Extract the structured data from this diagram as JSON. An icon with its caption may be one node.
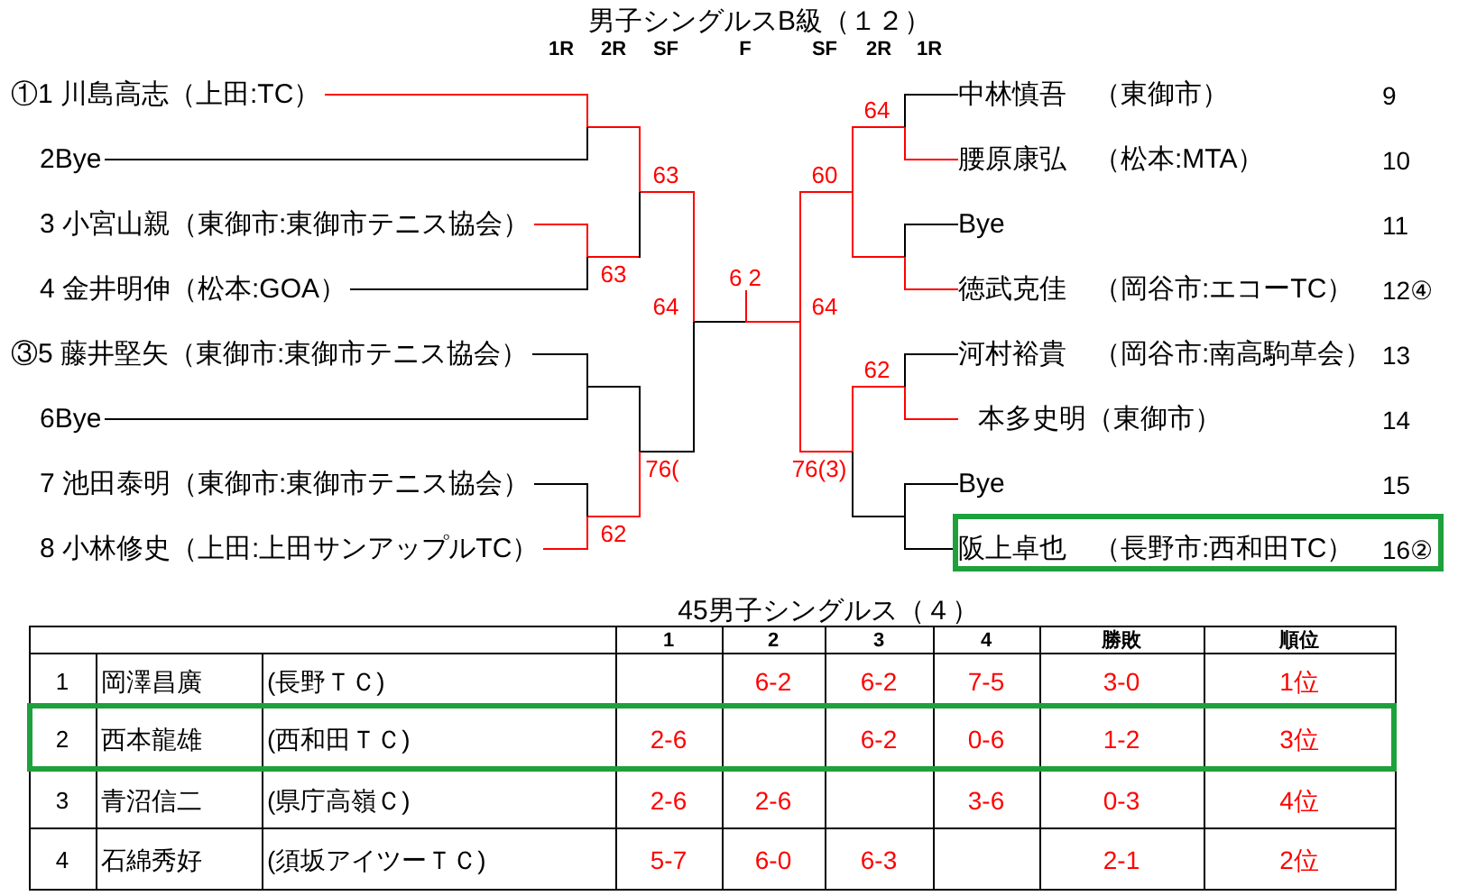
{
  "diagram": {
    "title": "男子シングルスB級（１２）",
    "nodes": [
      {
        "text": [
          "①1 川島高志（上田:TC）"
        ]
      },
      {
        "text": [
          "2Bye"
        ]
      },
      {
        "text": [
          "3 小宮山親（東御市:東御市テニス協会）"
        ]
      },
      {
        "text": [
          "4 金井明伸（松本:GOA）"
        ]
      },
      {
        "text": [
          "③5 藤井堅矢（東御市:東御市テニス協会）"
        ]
      },
      {
        "text": [
          "6Bye"
        ]
      },
      {
        "text": [
          "7 池田泰明（東御市:東御市テニス協会）"
        ]
      },
      {
        "text": [
          "8 小林修史（上田:上田サンアップルTC）"
        ]
      },
      {
        "text": [
          "中林慎吾　（東御市）",
          "9"
        ]
      },
      {
        "text": [
          "腰原康弘　（松本:MTA）",
          "10"
        ]
      },
      {
        "text": [
          "Bye",
          "11"
        ]
      },
      {
        "text": [
          "徳武克佳　（岡谷市:エコーTC）",
          "12④"
        ]
      },
      {
        "text": [
          "河村裕貴　（岡谷市:南高駒草会）",
          "13"
        ]
      },
      {
        "text": [
          "本多史明（東御市）",
          "14"
        ]
      },
      {
        "text": [
          "Bye",
          "15"
        ]
      },
      {
        "text": [],
        "shape": "box"
      },
      {
        "text": [
          "阪上卓也　（長野市:西和田TC）",
          "16②"
        ],
        "in": 15
      },
      {
        "text": [],
        "shape": "bar"
      },
      {
        "text": [],
        "shape": "bar"
      },
      {
        "text": [],
        "shape": "bar"
      },
      {
        "text": [],
        "shape": "bar"
      },
      {
        "text": [],
        "shape": "bar"
      },
      {
        "text": [],
        "shape": "bar"
      },
      {
        "text": [],
        "shape": "bar"
      },
      {
        "text": [
          "6 2"
        ]
      },
      {
        "text": [],
        "shape": "bar"
      },
      {
        "text": [],
        "shape": "bar"
      },
      {
        "text": [],
        "shape": "bar"
      },
      {
        "text": [],
        "shape": "bar"
      },
      {
        "text": [],
        "shape": "bar"
      },
      {
        "text": [],
        "shape": "bar"
      },
      {
        "text": [],
        "shape": "bar"
      }
    ],
    "edges": [
      {
        "from": 0,
        "to": 17,
        "arrow": "none",
        "color": "#ff0000"
      },
      {
        "from": 1,
        "to": 17,
        "arrow": "none",
        "color": "#000000"
      },
      {
        "from": 2,
        "to": 18,
        "arrow": "none",
        "color": "#ff0000"
      },
      {
        "from": 3,
        "to": 18,
        "arrow": "none",
        "color": "#000000"
      },
      {
        "from": 4,
        "to": 19,
        "arrow": "none",
        "color": "#000000"
      },
      {
        "from": 5,
        "to": 19,
        "arrow": "none",
        "color": "#000000"
      },
      {
        "from": 6,
        "to": 20,
        "arrow": "none",
        "color": "#000000"
      },
      {
        "from": 7,
        "to": 20,
        "arrow": "none",
        "color": "#ff0000"
      },
      {
        "from": 17,
        "to": 21,
        "arrow": "none",
        "color": "#ff0000"
      },
      {
        "from": 18,
        "to": 21,
        "arrow": "none",
        "label": "63",
        "color": "#ff0000"
      },
      {
        "from": 19,
        "to": 22,
        "arrow": "none",
        "color": "#000000"
      },
      {
        "from": 20,
        "to": 22,
        "arrow": "none",
        "label": "62",
        "color": "#ff0000"
      },
      {
        "from": 21,
        "to": 23,
        "arrow": "none",
        "label": "63",
        "color": "#ff0000"
      },
      {
        "from": 22,
        "to": 23,
        "arrow": "none",
        "label": "76(",
        "color": "#000000"
      },
      {
        "from": 23,
        "to": 24,
        "arrow": "none",
        "label": "64",
        "color": "#000000"
      },
      {
        "from": 25,
        "to": 24,
        "arrow": "none",
        "label": "64",
        "color": "#ff0000"
      },
      {
        "from": 26,
        "to": 25,
        "arrow": "none",
        "label": "60",
        "color": "#ff0000"
      },
      {
        "from": 27,
        "to": 25,
        "arrow": "none",
        "label": "76(3)",
        "color": "#ff0000"
      },
      {
        "from": 28,
        "to": 26,
        "arrow": "none",
        "label": "64",
        "color": "#ff0000"
      },
      {
        "from": 29,
        "to": 26,
        "arrow": "none",
        "color": "#ff0000"
      },
      {
        "from": 30,
        "to": 27,
        "arrow": "none",
        "label": "62",
        "color": "#ff0000"
      },
      {
        "from": 31,
        "to": 27,
        "arrow": "none",
        "color": "#000000"
      },
      {
        "from": 8,
        "to": 28,
        "arrow": "none",
        "color": "#000000"
      },
      {
        "from": 9,
        "to": 28,
        "arrow": "none",
        "color": "#ff0000"
      },
      {
        "from": 10,
        "to": 29,
        "arrow": "none",
        "color": "#000000"
      },
      {
        "from": 11,
        "to": 29,
        "arrow": "none",
        "color": "#ff0000"
      },
      {
        "from": 12,
        "to": 30,
        "arrow": "none",
        "color": "#000000"
      },
      {
        "from": 13,
        "to": 30,
        "arrow": "none",
        "color": "#ff0000"
      },
      {
        "from": 14,
        "to": 31,
        "arrow": "none",
        "color": "#000000"
      },
      {
        "from": 16,
        "to": 31,
        "arrow": "none",
        "color": "#000000"
      }
    ],
    "labels": [
      "1R",
      "2R",
      "SF",
      "F",
      "SF",
      "2R",
      "1R",
      "45男子シングルス（４）",
      "1",
      "2",
      "3",
      "4",
      "勝敗",
      "順位",
      "1",
      "岡澤昌廣",
      "(長野ＴＣ)",
      "6-2",
      "6-2",
      "7-5",
      "3-0",
      "1位",
      "2",
      "西本龍雄",
      "(西和田ＴＣ)",
      "2-6",
      "6-2",
      "0-6",
      "1-2",
      "3位",
      "3",
      "青沼信二",
      "(県庁高嶺Ｃ)",
      "2-6",
      "2-6",
      "3-6",
      "0-3",
      "4位",
      "4",
      "石綿秀好",
      "(須坂アイツーＴＣ)",
      "5-7",
      "6-0",
      "6-3",
      "2-1",
      "2位"
    ]
  }
}
